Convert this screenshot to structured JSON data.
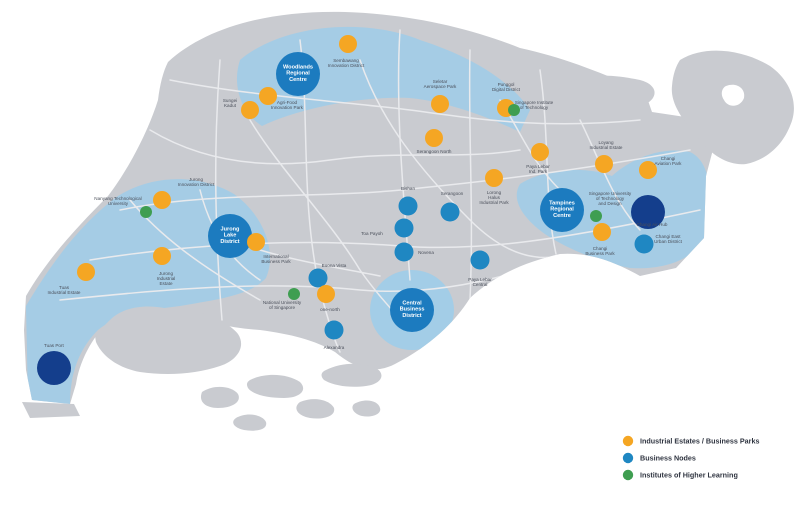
{
  "colors": {
    "land": "#c9cbd0",
    "roads": "#e9eaed",
    "corridor": "#9fcde9",
    "corridor_light": "#c4e1f2",
    "orange": "#f5a623",
    "business": "#1f87c2",
    "regional": "#1c7bbf",
    "dark_blue": "#143e8c",
    "green": "#3f9e51"
  },
  "regional_centres": [
    {
      "id": "woodlands",
      "text": "Woodlands Regional Centre"
    },
    {
      "id": "jurong-lake",
      "text": "Jurong Lake District"
    },
    {
      "id": "tampines",
      "text": "Tampines Regional Centre"
    },
    {
      "id": "cbd",
      "text": "Central Business District"
    }
  ],
  "major_nodes": [
    {
      "id": "tuas-port",
      "text": "Tuas Port"
    },
    {
      "id": "changi-air-hub",
      "text": "Changi Air Hub"
    }
  ],
  "orange_points": [
    {
      "id": "sembawang",
      "text": "Sembawang Innovation District"
    },
    {
      "id": "sungei-kadut",
      "text": "Sungei Kadut"
    },
    {
      "id": "agri-food",
      "text": "Agri-Food Innovation Park"
    },
    {
      "id": "seletar",
      "text": "Seletar Aerospace Park"
    },
    {
      "id": "punggol",
      "text": "Punggol Digital District"
    },
    {
      "id": "serangoon-north",
      "text": "Serangoon North"
    },
    {
      "id": "paya-lebar-ib",
      "text": "Paya Lebar Ind. Park"
    },
    {
      "id": "loyang",
      "text": "Loyang Industrial Estate"
    },
    {
      "id": "changi-aviation",
      "text": "Changi Aviation Park"
    },
    {
      "id": "lorong-halus",
      "text": "Lorong Halus Industrial Park"
    },
    {
      "id": "changi-business-park",
      "text": "Changi Business Park"
    },
    {
      "id": "jurong-innovation",
      "text": "Jurong Innovation District"
    },
    {
      "id": "international-bp",
      "text": "International Business Park"
    },
    {
      "id": "jurong-industrial",
      "text": "Jurong Industrial Estate"
    },
    {
      "id": "tuas",
      "text": "Tuas Industrial Estate"
    },
    {
      "id": "one-north",
      "text": "one-north"
    }
  ],
  "business_points": [
    {
      "id": "bishan",
      "text": "Bishan"
    },
    {
      "id": "serangoon",
      "text": "Serangoon"
    },
    {
      "id": "toa-payoh",
      "text": "Toa Payoh"
    },
    {
      "id": "novena",
      "text": "Novena"
    },
    {
      "id": "paya-lebar-central",
      "text": "Paya Lebar Central"
    },
    {
      "id": "buona-vista",
      "text": "Buona Vista"
    },
    {
      "id": "alexandra",
      "text": "Alexandra"
    },
    {
      "id": "changi-east",
      "text": "Changi East Urban District"
    }
  ],
  "green_points": [
    {
      "id": "sit",
      "text": "Singapore Institute of Technology"
    },
    {
      "id": "ntu",
      "text": "Nanyang Technological University"
    },
    {
      "id": "sutd",
      "text": "Singapore University of Technology and Design"
    },
    {
      "id": "nus",
      "text": "National University of Singapore"
    }
  ],
  "legend": [
    {
      "id": "industrial",
      "text": "Industrial Estates / Business Parks",
      "color": "#f5a623"
    },
    {
      "id": "business",
      "text": "Business Nodes",
      "color": "#1f87c2"
    },
    {
      "id": "institutes",
      "text": "Institutes of Higher Learning",
      "color": "#3f9e51"
    }
  ]
}
